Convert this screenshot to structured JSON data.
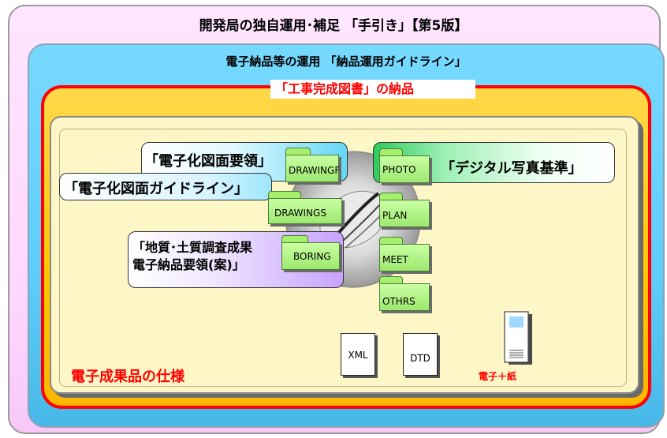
{
  "outer_title": "開発局の独自運用･補足 「手引き」【第5版】",
  "blue_title": "電子納品等の運用 「納品運用ガイドライン」",
  "delivery_label": "「工事完成図書」の納品",
  "spec_label": "電子成果品の仕様",
  "callouts": {
    "drawing_manual": "「電子化図面要領」",
    "drawing_guideline": "「電子化図面ガイドライン」",
    "photo_standard": "「デジタル写真基準」",
    "geology_line1": "「地質･土質調査成果",
    "geology_line2": "電子納品要領(案)」"
  },
  "folders": {
    "drawingf": "DRAWINGF",
    "drawings": "DRAWINGS",
    "boring": "BORING",
    "photo": "PHOTO",
    "plan": "PLAN",
    "meet": "MEET",
    "othrs": "OTHRS"
  },
  "documents": {
    "xml": "XML",
    "dtd": "DTD"
  },
  "paper_label": "電子＋紙",
  "colors": {
    "outer_panel": "#ffd6ff",
    "blue_panel": "#5fcdfa",
    "red_border": "#ff0000",
    "yellow_panel": "#ffc800",
    "inner_panel": "#fdf6c6",
    "folder_green": "#9ee86f",
    "spec_red": "#ff0000"
  },
  "icons": [
    "disc-icon",
    "folder-icon",
    "document-icon",
    "server-icon"
  ]
}
